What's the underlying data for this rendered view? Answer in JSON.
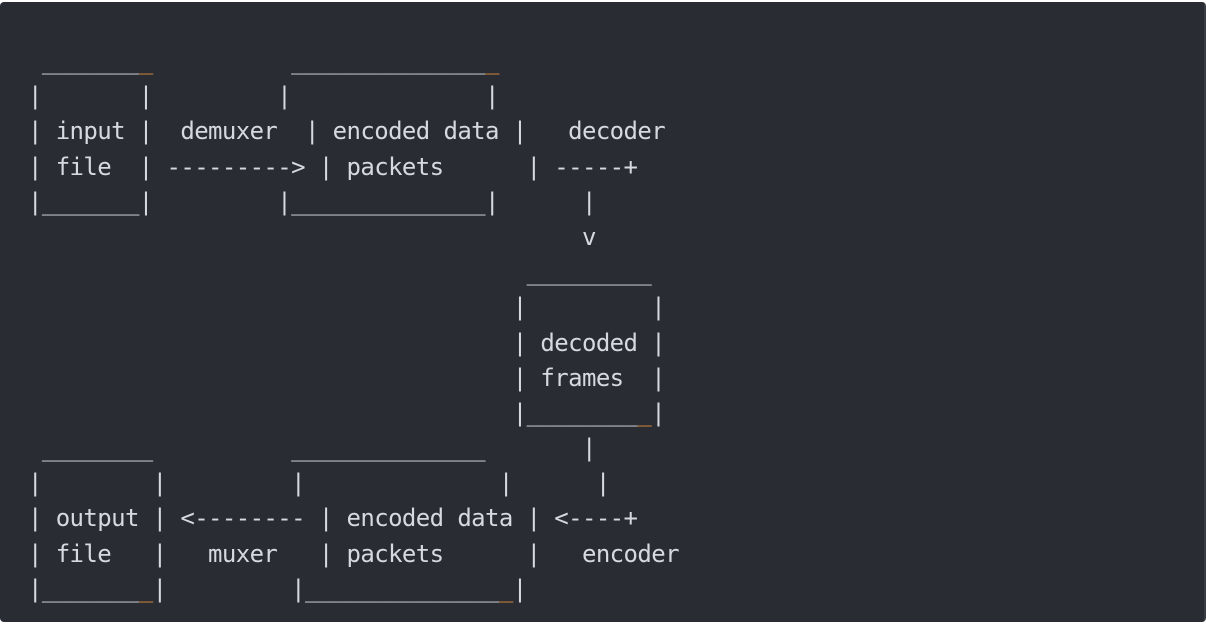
{
  "diagram": {
    "lines": [
      [
        " _______",
        "_",
        "          ______________",
        "_"
      ],
      [
        "|       |         |              |"
      ],
      [
        "| input |  demuxer  | encoded data |   decoder"
      ],
      [
        "| file  | ---------> | packets      | -----+"
      ],
      [
        "|_______|         |______________|      |"
      ],
      [
        "                                        v"
      ],
      [
        "                                    _________"
      ],
      [
        "                                   |         |"
      ],
      [
        "                                   | decoded |"
      ],
      [
        "                                   | frames  |"
      ],
      [
        "                                   |________",
        "_",
        "|"
      ],
      [
        " ________          ______________       |"
      ],
      [
        "|        |         |              |      |"
      ],
      [
        "| output | <-------- | encoded data | <----+"
      ],
      [
        "| file   |   muxer   | packets      |   encoder"
      ],
      [
        "|_______",
        "_",
        "|         |______________",
        "_",
        "|"
      ]
    ],
    "accent_color": "#d98a3d",
    "text_color": "#d6d9df",
    "background_color": "#292c33"
  }
}
